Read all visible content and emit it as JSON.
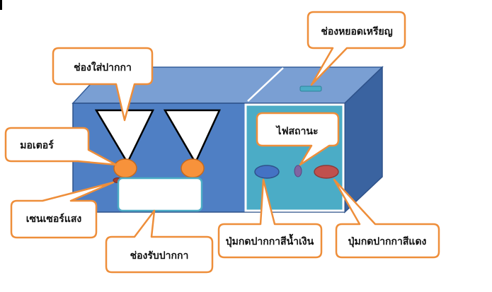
{
  "diagram": {
    "labels": {
      "coin_slot": "ช่องหยอดเหรียญ",
      "pen_inlet": "ช่องใส่ปากกา",
      "motor": "มอเตอร์",
      "light_sensor": "เซนเซอร์แสง",
      "pen_tray": "ช่องรับปากกา",
      "status_light": "ไฟสถานะ",
      "blue_pen_button": "ปุ่มกดปากกาสีน้ำเงิน",
      "red_pen_button": "ปุ่มกดปากกาสีแดง"
    },
    "colors": {
      "machine_front": "#4F7FC4",
      "machine_top": "#7A9FD3",
      "machine_side": "#3A63A0",
      "panel": "#4BACC6",
      "motor": "#F7923B",
      "callout_border": "#EE8E3A",
      "callout_fill": "#FFFFFF",
      "blue_button": "#4472C4",
      "red_button": "#C0504D",
      "status_led": "#8064A2",
      "sensor": "#A33B2E"
    }
  }
}
